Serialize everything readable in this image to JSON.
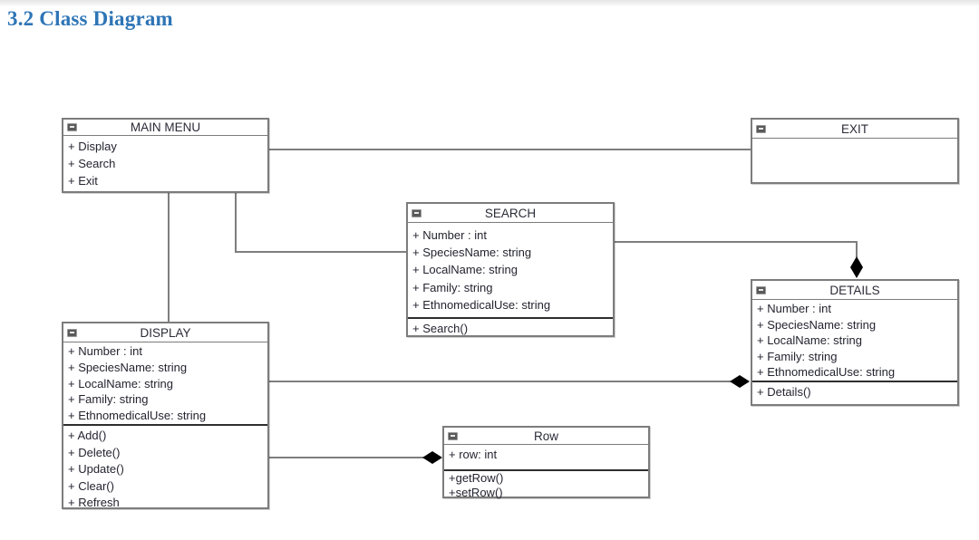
{
  "page": {
    "title": "3.2 Class Diagram"
  },
  "colors": {
    "title_blue": "#2e75b6",
    "box_border": "#7c7c7c",
    "section_divider": "#2e2e2e",
    "connector_gray": "#7e7e7e",
    "diamond_black": "#000000",
    "text": "#242430",
    "background": "#ffffff"
  },
  "diagram": {
    "classes": [
      {
        "name": "MAIN MENU",
        "attributes": [
          "+ Display",
          "+ Search",
          "+ Exit"
        ],
        "methods": []
      },
      {
        "name": "EXIT",
        "attributes": [],
        "methods": []
      },
      {
        "name": "SEARCH",
        "attributes": [
          "+ Number : int",
          "+ SpeciesName: string",
          "+ LocalName: string",
          "+ Family: string",
          "+ EthnomedicalUse: string"
        ],
        "methods": [
          "+ Search()"
        ]
      },
      {
        "name": "DETAILS",
        "attributes": [
          "+ Number : int",
          "+ SpeciesName: string",
          "+ LocalName: string",
          "+ Family: string",
          "+ EthnomedicalUse: string"
        ],
        "methods": [
          "+ Details()"
        ]
      },
      {
        "name": "DISPLAY",
        "attributes": [
          "+ Number : int",
          "+ SpeciesName: string",
          "+ LocalName: string",
          "+ Family: string",
          "+ EthnomedicalUse: string"
        ],
        "methods": [
          "+ Add()",
          "+ Delete()",
          "+ Update()",
          "+ Clear()",
          "+ Refresh"
        ]
      },
      {
        "name": "Row",
        "attributes": [
          "+ row: int"
        ],
        "methods": [
          "+getRow()",
          "+setRow()"
        ]
      }
    ],
    "relationships": [
      {
        "from": "MAIN MENU",
        "to": "EXIT",
        "type": "association"
      },
      {
        "from": "MAIN MENU",
        "to": "SEARCH",
        "type": "association"
      },
      {
        "from": "MAIN MENU",
        "to": "DISPLAY",
        "type": "association"
      },
      {
        "from": "SEARCH",
        "to": "DETAILS",
        "type": "composition"
      },
      {
        "from": "DISPLAY",
        "to": "DETAILS",
        "type": "composition"
      },
      {
        "from": "DISPLAY",
        "to": "Row",
        "type": "composition"
      }
    ]
  }
}
